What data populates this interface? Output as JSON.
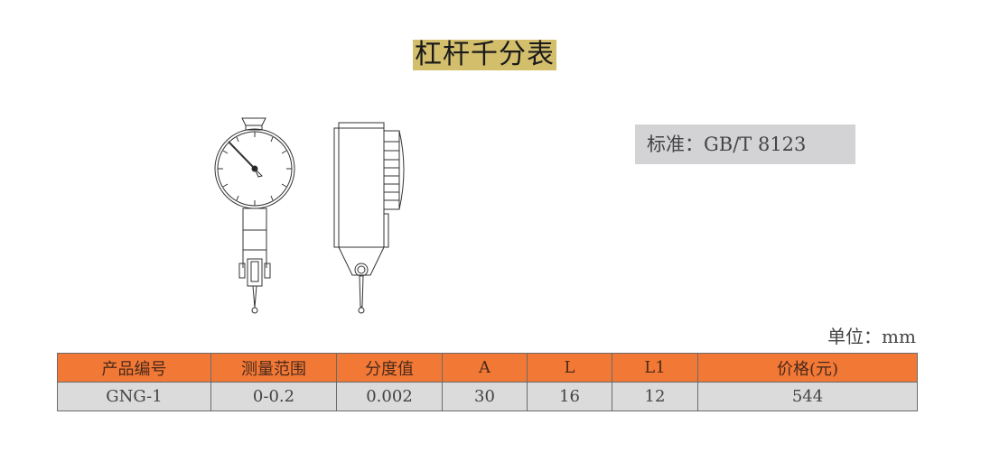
{
  "title": "杠杆千分表",
  "standard": {
    "label": "标准：",
    "value": "GB/T 8123"
  },
  "unit_label": "单位：mm",
  "colors": {
    "title_bg": "#d3be6c",
    "header_bg": "#f27836",
    "row_bg": "#dbdbdc",
    "standard_bg": "#d3d3d5"
  },
  "table": {
    "headers": [
      "产品编号",
      "测量范围",
      "分度值",
      "A",
      "L",
      "L1",
      "价格(元)"
    ],
    "rows": [
      [
        "GNG-1",
        "0-0.2",
        "0.002",
        "30",
        "16",
        "12",
        "544"
      ]
    ]
  },
  "drawings": {
    "front": "dial-indicator-front-view",
    "side": "dial-indicator-side-view"
  }
}
